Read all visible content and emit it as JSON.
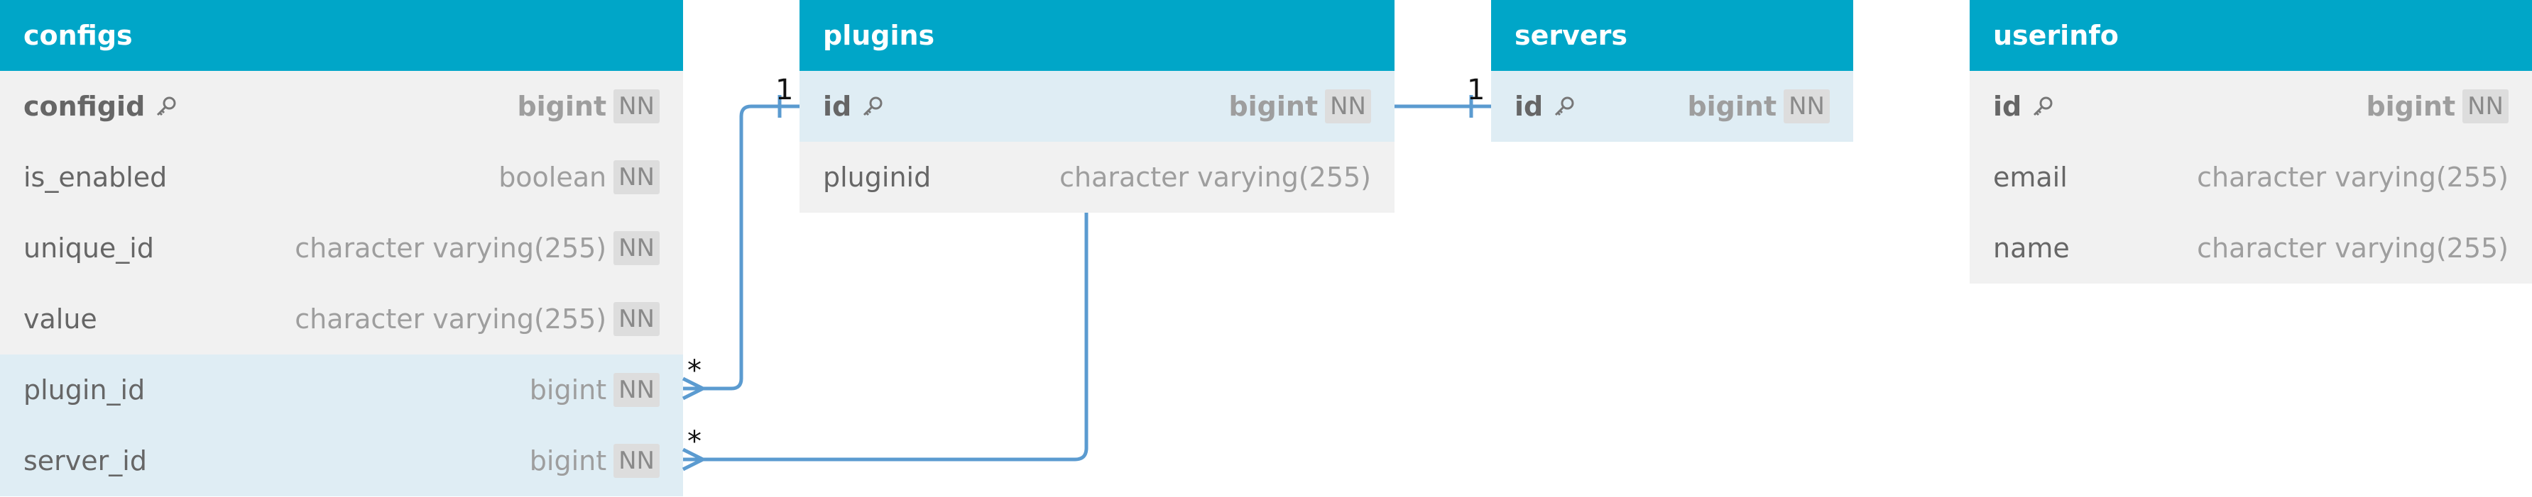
{
  "tables": {
    "configs": {
      "name": "configs",
      "columns": [
        {
          "name": "configid",
          "type": "bigint",
          "nn": "NN",
          "pk": true
        },
        {
          "name": "is_enabled",
          "type": "boolean",
          "nn": "NN"
        },
        {
          "name": "unique_id",
          "type": "character varying(255)",
          "nn": "NN"
        },
        {
          "name": "value",
          "type": "character varying(255)",
          "nn": "NN"
        },
        {
          "name": "plugin_id",
          "type": "bigint",
          "nn": "NN",
          "fk": true
        },
        {
          "name": "server_id",
          "type": "bigint",
          "nn": "NN",
          "fk": true
        }
      ]
    },
    "plugins": {
      "name": "plugins",
      "columns": [
        {
          "name": "id",
          "type": "bigint",
          "nn": "NN",
          "pk": true
        },
        {
          "name": "pluginid",
          "type": "character varying(255)"
        }
      ]
    },
    "servers": {
      "name": "servers",
      "columns": [
        {
          "name": "id",
          "type": "bigint",
          "nn": "NN",
          "pk": true
        }
      ]
    },
    "userinfo": {
      "name": "userinfo",
      "columns": [
        {
          "name": "id",
          "type": "bigint",
          "nn": "NN",
          "pk": true
        },
        {
          "name": "email",
          "type": "character varying(255)"
        },
        {
          "name": "name",
          "type": "character varying(255)"
        }
      ]
    }
  },
  "relations": [
    {
      "from": "configs.plugin_id",
      "to": "plugins.id",
      "from_card": "*",
      "to_card": "1"
    },
    {
      "from": "configs.server_id",
      "to": "servers.id",
      "from_card": "*",
      "to_card": "1"
    }
  ],
  "colors": {
    "header": "#00a6c8",
    "fk_row": "#dfedf4",
    "row": "#f1f1f1",
    "link": "#5b9bd0"
  }
}
